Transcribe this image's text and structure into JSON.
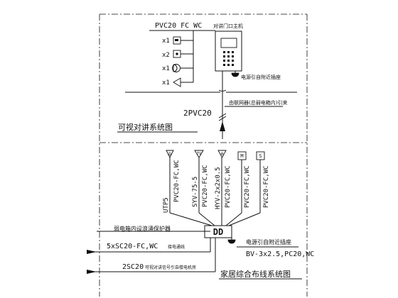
{
  "intercom": {
    "conduit_label": "PVC20  FC  WC",
    "host_label": "对讲门口主机",
    "power_note": "电源引自附近插座",
    "devices": [
      {
        "qty": "x1",
        "icon": "monitor-icon"
      },
      {
        "qty": "x2",
        "icon": "button-icon"
      },
      {
        "qty": "x1",
        "icon": "bell-icon"
      },
      {
        "qty": "x1",
        "icon": "speaker-icon"
      }
    ],
    "trunk_label": "2PVC20",
    "source_note": "由联网器(总弱电箱内)引来",
    "title": "可视对讲系统图"
  },
  "cabling": {
    "outlets": [
      {
        "symbol": "D",
        "cable": "UTP5",
        "conduit": "PVC20-FC,WC"
      },
      {
        "symbol": "TV",
        "cable": "SYV-75-5",
        "conduit": "PVC20-FC,WC"
      },
      {
        "symbol": "H",
        "cable": "HYV-2x2x0.5",
        "conduit": "PVC20-FC,WC"
      },
      {
        "symbol": "M",
        "cable": "",
        "conduit": "PVC20-FC,WC"
      },
      {
        "symbol": "S",
        "cable": "",
        "conduit": "PVC20-FC,WC"
      }
    ],
    "box_label": "DD",
    "box_note": "弱电箱内设浪涌保护器",
    "power_note": "电源引自附近插座",
    "power_cable": "BV-3x2.5,PC20,WC",
    "incoming": [
      {
        "conduit": "5xSC20-FC,WC",
        "note": "接电通线"
      },
      {
        "conduit": "2SC20",
        "note": "可视对讲信号引自楼电机房"
      }
    ],
    "title": "家居综合布线系统图"
  }
}
